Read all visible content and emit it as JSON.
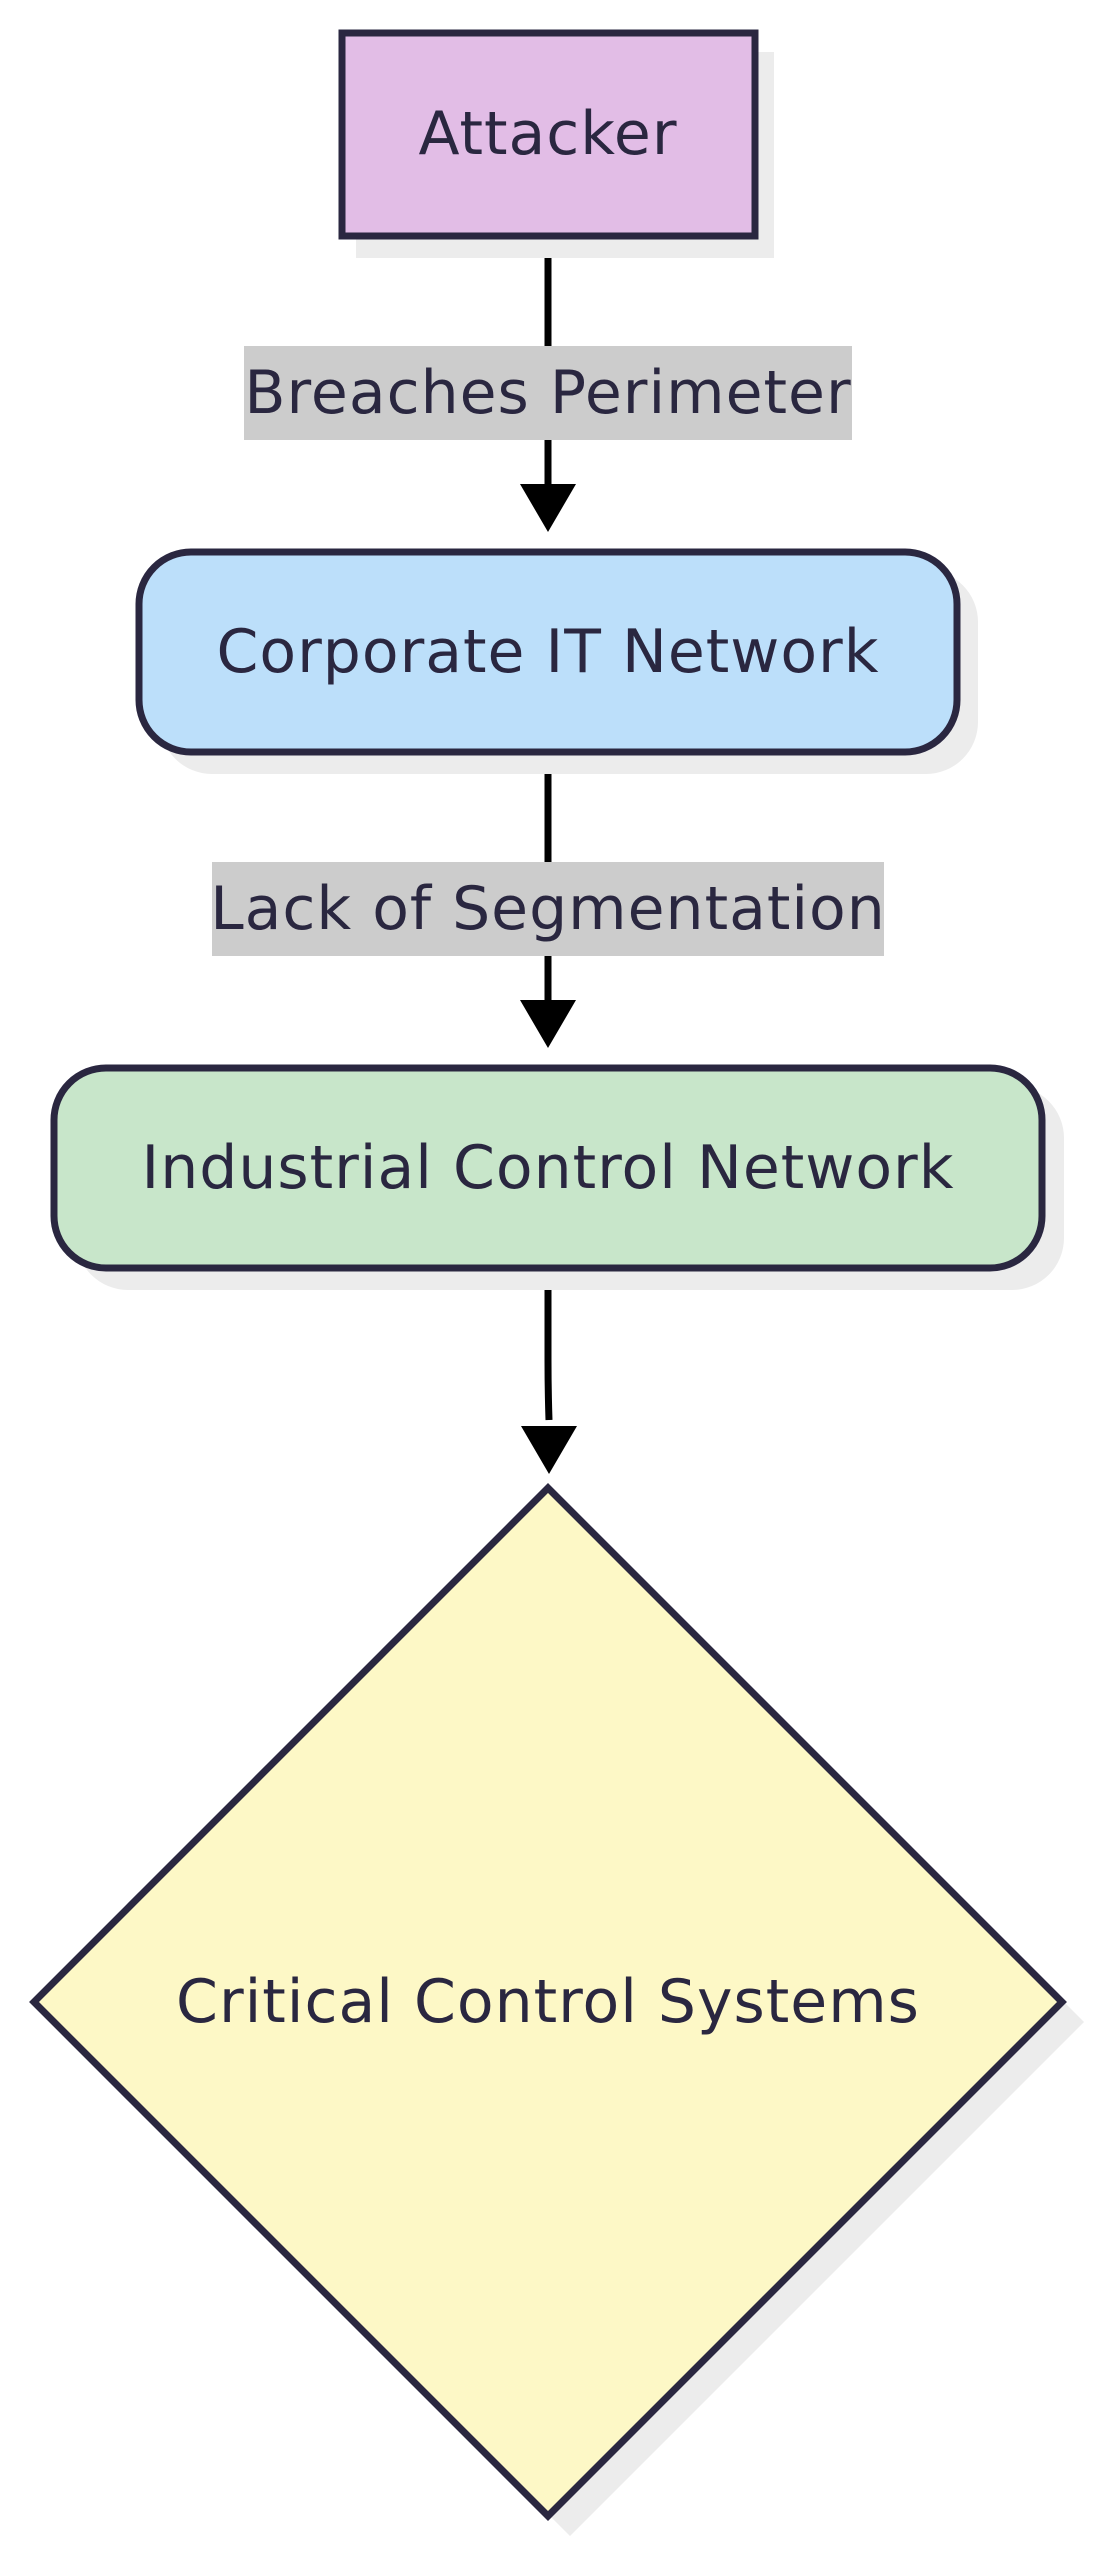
{
  "diagram": {
    "nodes": {
      "attacker": {
        "label": "Attacker",
        "shape": "rectangle",
        "fill": "#e2bde6"
      },
      "corporate_it": {
        "label": "Corporate IT Network",
        "shape": "rounded-rectangle",
        "fill": "#bcdffa"
      },
      "industrial_control": {
        "label": "Industrial Control Network",
        "shape": "rounded-rectangle",
        "fill": "#c8e6ca"
      },
      "critical_systems": {
        "label": "Critical Control Systems",
        "shape": "diamond",
        "fill": "#fdf8c6"
      }
    },
    "edges": [
      {
        "from": "attacker",
        "to": "corporate_it",
        "label": "Breaches Perimeter"
      },
      {
        "from": "corporate_it",
        "to": "industrial_control",
        "label": "Lack of Segmentation"
      },
      {
        "from": "industrial_control",
        "to": "critical_systems",
        "label": ""
      }
    ],
    "colors": {
      "stroke": "#2a2740",
      "arrow": "#000000",
      "label_background": "#cccccc",
      "shadow": "#ececec",
      "text": "#2a2740"
    }
  }
}
